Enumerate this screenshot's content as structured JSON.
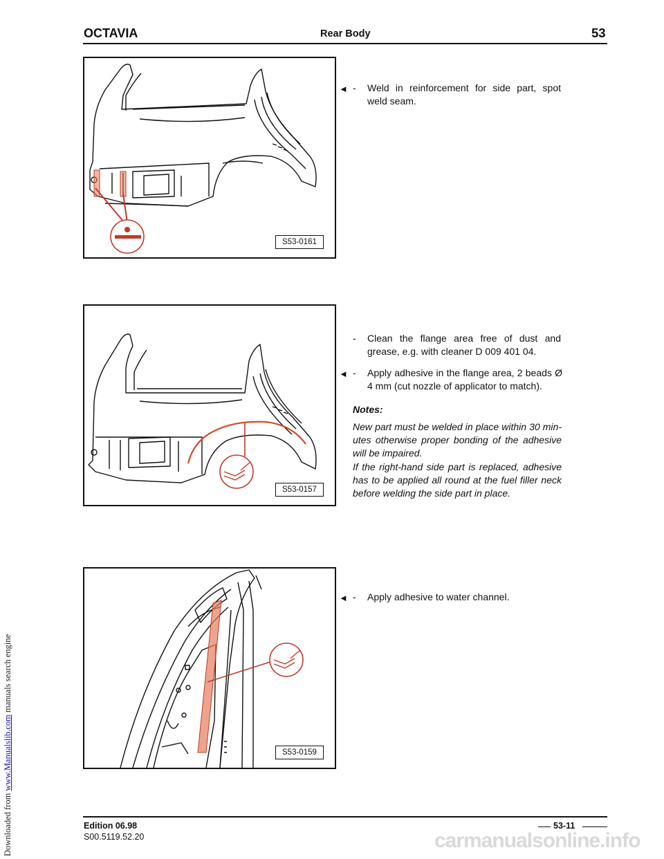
{
  "side_note": {
    "prefix": "Downloaded from ",
    "link": "www.Manualslib.com",
    "suffix": " manuals search engine"
  },
  "header": {
    "title": "OCTAVIA",
    "section": "Rear Body",
    "chapter": "53"
  },
  "figures": [
    {
      "label": "S53-0161"
    },
    {
      "label": "S53-0157"
    },
    {
      "label": "S53-0159"
    }
  ],
  "steps": {
    "weld": {
      "arrow": "◄",
      "dash": "-",
      "text": "Weld in reinforcement for side part, spot weld seam."
    },
    "clean": {
      "dash": "-",
      "text": "Clean the flange area free of dust and grease, e.g. with cleaner D 009 401 04."
    },
    "apply_flange": {
      "arrow": "◄",
      "dash": "-",
      "text": "Apply adhesive in the flange area, 2 beads Ø 4 mm (cut nozzle of applicator to match)."
    },
    "apply_channel": {
      "arrow": "◄",
      "dash": "-",
      "text": "Apply adhesive to water channel."
    }
  },
  "notes": {
    "title": "Notes:",
    "p1": "New part must be welded in place within 30 min­utes otherwise proper bonding of the adhesive will be impaired.",
    "p2": "If the right-hand side part is replaced, adhesive has to be applied all round at the fuel filler neck before welding the side part in place."
  },
  "footer": {
    "edition": "Edition 06.98",
    "code": "S00.5119.52.20",
    "page": "53-11",
    "watermark": "carmanualsonline.info"
  },
  "colors": {
    "highlight": "#e87a5d",
    "line": "#111111"
  }
}
